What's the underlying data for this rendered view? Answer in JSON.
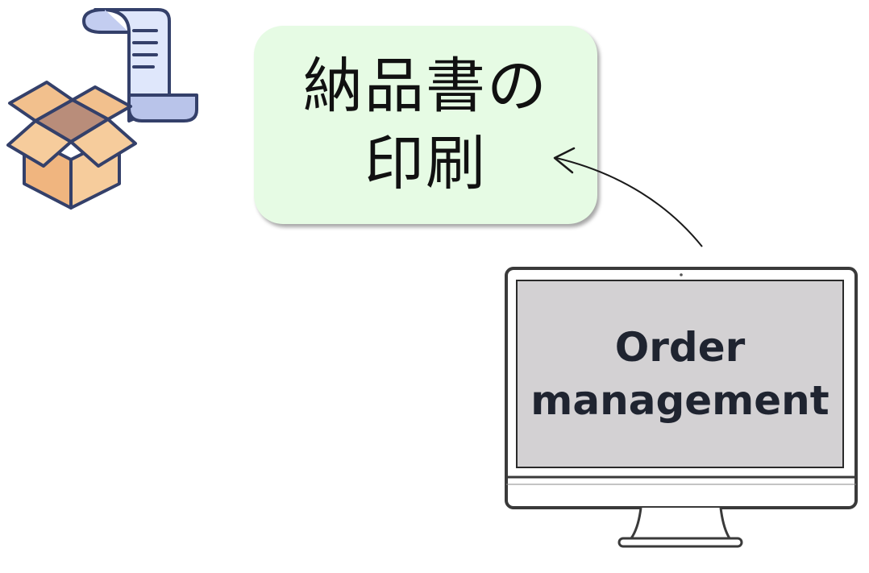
{
  "icons": {
    "package": "package-box-icon",
    "receipt": "receipt-scroll-icon",
    "computer": "desktop-monitor-icon"
  },
  "label_box": {
    "line1": "納品書の",
    "line2": "印刷",
    "background": "#e6fbe4"
  },
  "monitor": {
    "line1": "Order",
    "line2": "management",
    "screen_color": "#d3d1d3"
  }
}
